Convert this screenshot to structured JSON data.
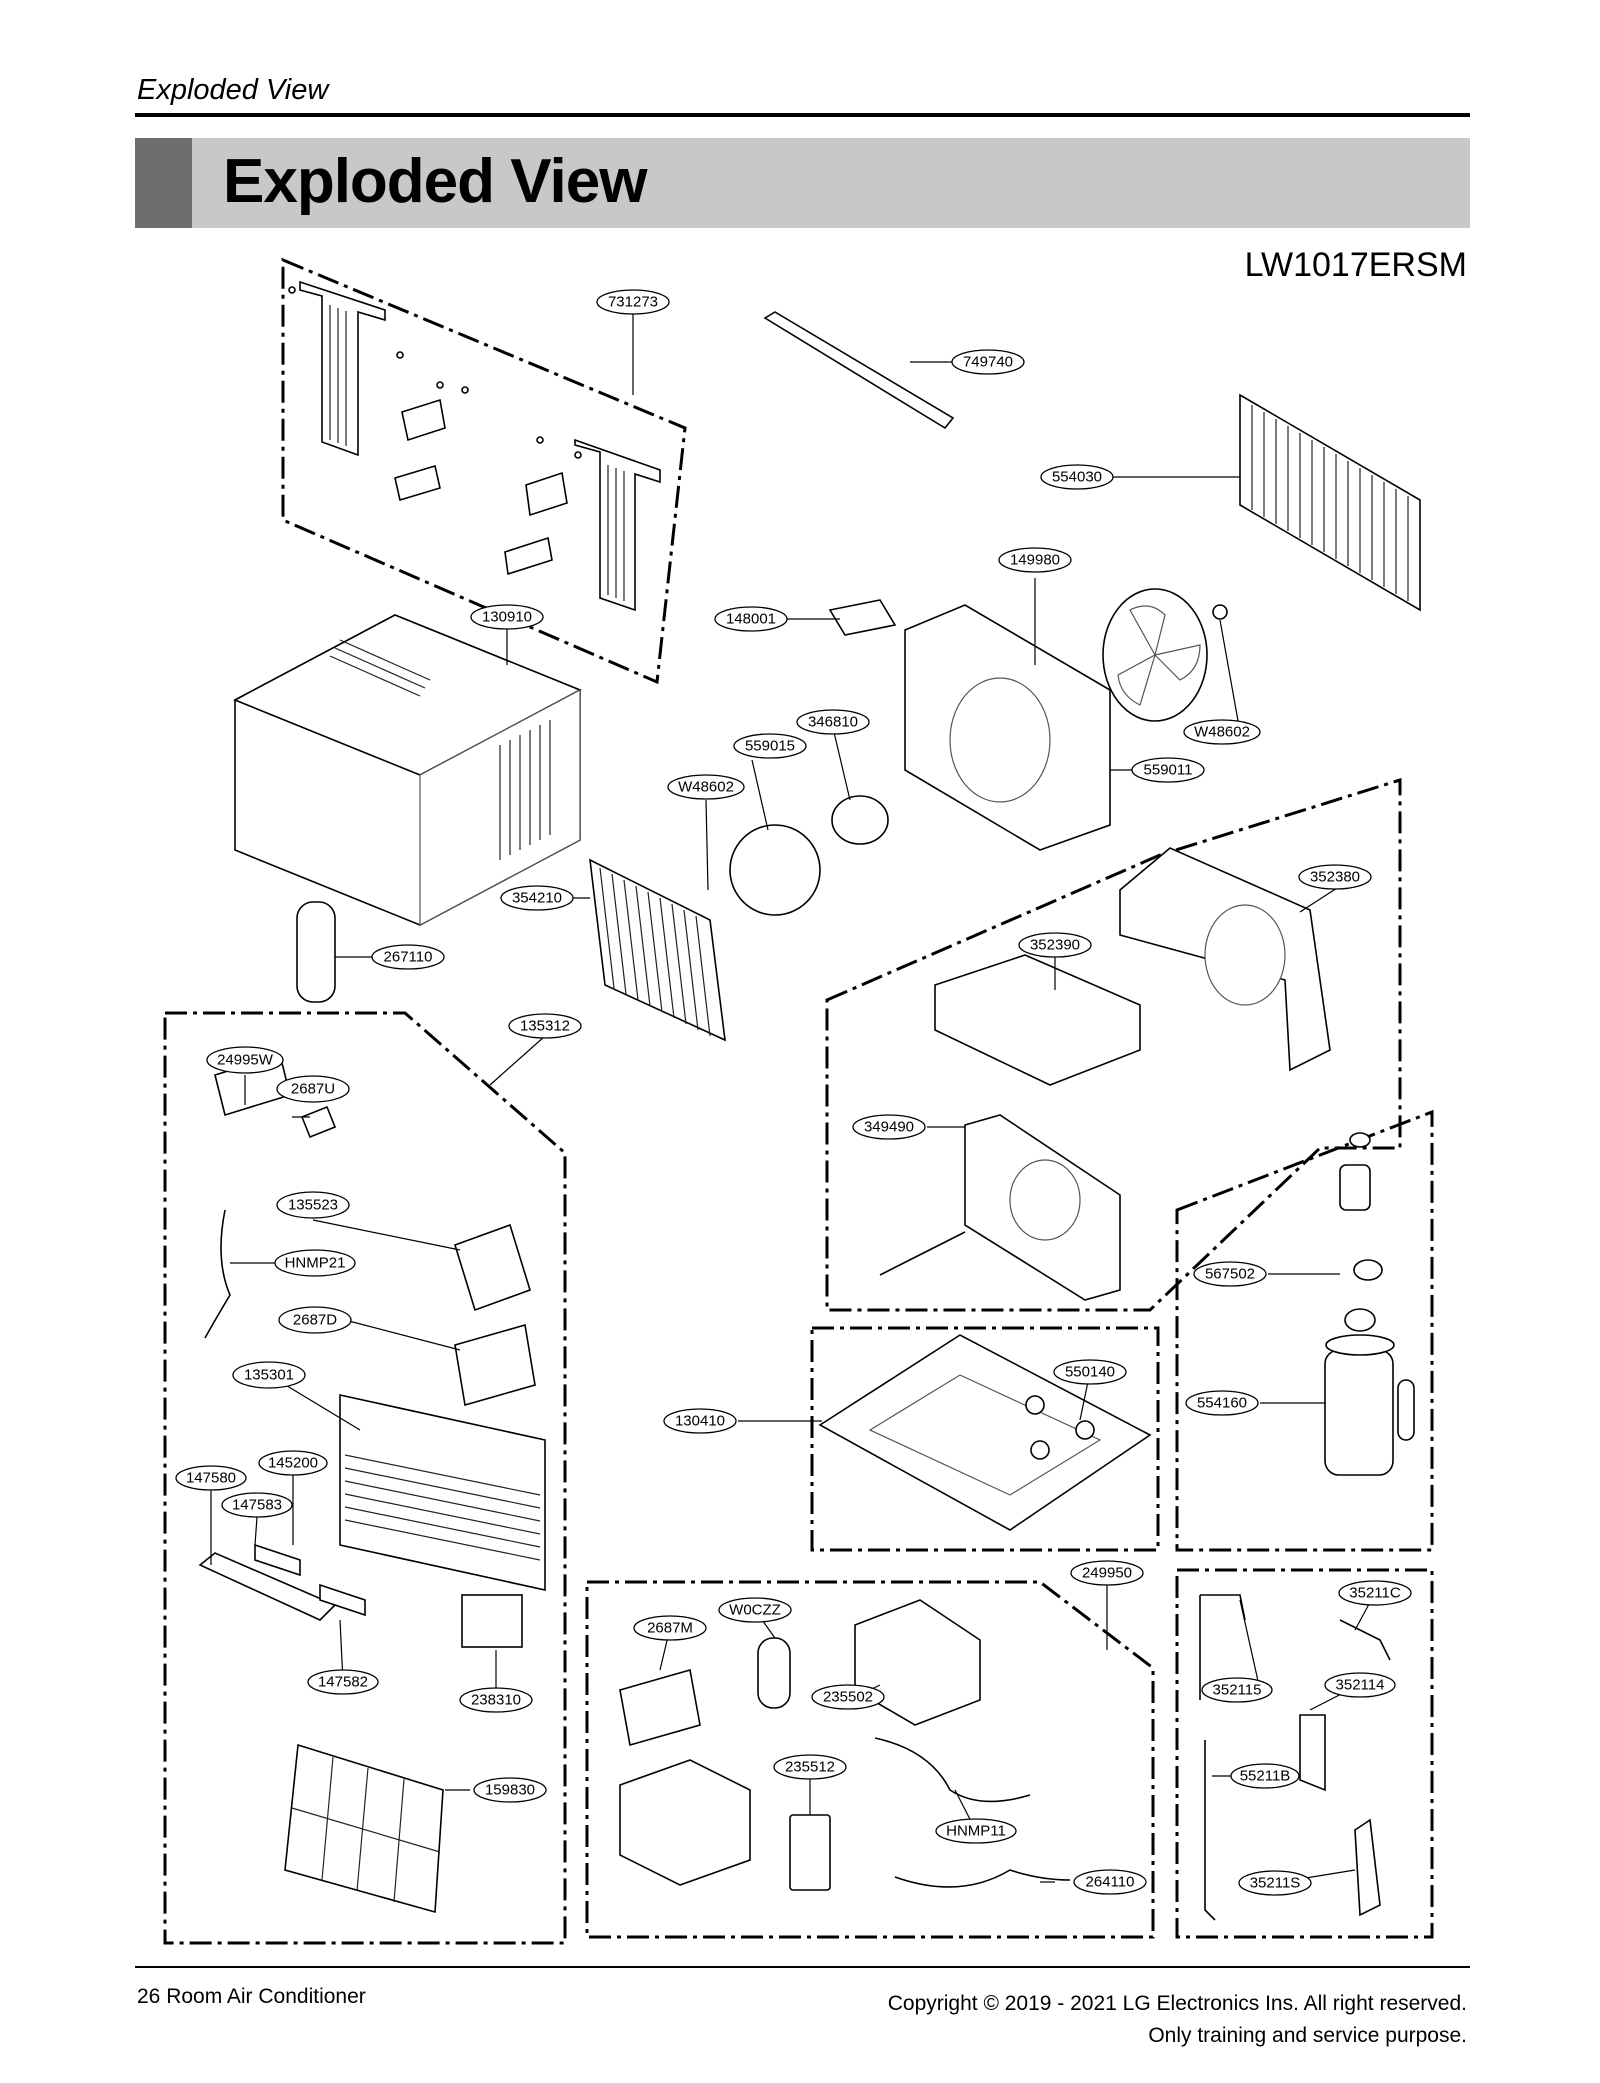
{
  "header": {
    "running_title": "Exploded View",
    "title": "Exploded View",
    "model": "LW1017ERSM"
  },
  "diagram": {
    "callouts": [
      {
        "id": "c731273",
        "label": "731273"
      },
      {
        "id": "c749740",
        "label": "749740"
      },
      {
        "id": "c554030",
        "label": "554030"
      },
      {
        "id": "c149980",
        "label": "149980"
      },
      {
        "id": "c130910",
        "label": "130910"
      },
      {
        "id": "c148001",
        "label": "148001"
      },
      {
        "id": "cW48602a",
        "label": "W48602"
      },
      {
        "id": "c346810",
        "label": "346810"
      },
      {
        "id": "c559015",
        "label": "559015"
      },
      {
        "id": "cW48602b",
        "label": "W48602"
      },
      {
        "id": "c559011",
        "label": "559011"
      },
      {
        "id": "c352380",
        "label": "352380"
      },
      {
        "id": "c352390",
        "label": "352390"
      },
      {
        "id": "c354210",
        "label": "354210"
      },
      {
        "id": "c267110",
        "label": "267110"
      },
      {
        "id": "c135312",
        "label": "135312"
      },
      {
        "id": "c24995W",
        "label": "24995W"
      },
      {
        "id": "c2687U",
        "label": "2687U"
      },
      {
        "id": "c349490",
        "label": "349490"
      },
      {
        "id": "c135523",
        "label": "135523"
      },
      {
        "id": "cHNMP21",
        "label": "HNMP21"
      },
      {
        "id": "c567502",
        "label": "567502"
      },
      {
        "id": "c2687D",
        "label": "2687D"
      },
      {
        "id": "c550140",
        "label": "550140"
      },
      {
        "id": "c135301",
        "label": "135301"
      },
      {
        "id": "c554160",
        "label": "554160"
      },
      {
        "id": "c130410",
        "label": "130410"
      },
      {
        "id": "c145200",
        "label": "145200"
      },
      {
        "id": "c147580",
        "label": "147580"
      },
      {
        "id": "c147583",
        "label": "147583"
      },
      {
        "id": "c249950",
        "label": "249950"
      },
      {
        "id": "cW0CZZ",
        "label": "W0CZZ"
      },
      {
        "id": "c35211C",
        "label": "35211C"
      },
      {
        "id": "c2687M",
        "label": "2687M"
      },
      {
        "id": "c147582",
        "label": "147582"
      },
      {
        "id": "c238310",
        "label": "238310"
      },
      {
        "id": "c235502",
        "label": "235502"
      },
      {
        "id": "c352115",
        "label": "352115"
      },
      {
        "id": "c352114",
        "label": "352114"
      },
      {
        "id": "c159830",
        "label": "159830"
      },
      {
        "id": "c235512",
        "label": "235512"
      },
      {
        "id": "c55211B",
        "label": "55211B"
      },
      {
        "id": "cHNMP11",
        "label": "HNMP11"
      },
      {
        "id": "c35211S",
        "label": "35211S"
      },
      {
        "id": "c264110",
        "label": "264110"
      }
    ]
  },
  "footer": {
    "page_label": "26  Room Air Conditioner",
    "copyright": "Copyright © 2019 - 2021 LG Electronics Ins. All right reserved.",
    "notice": "Only training and service purpose."
  }
}
